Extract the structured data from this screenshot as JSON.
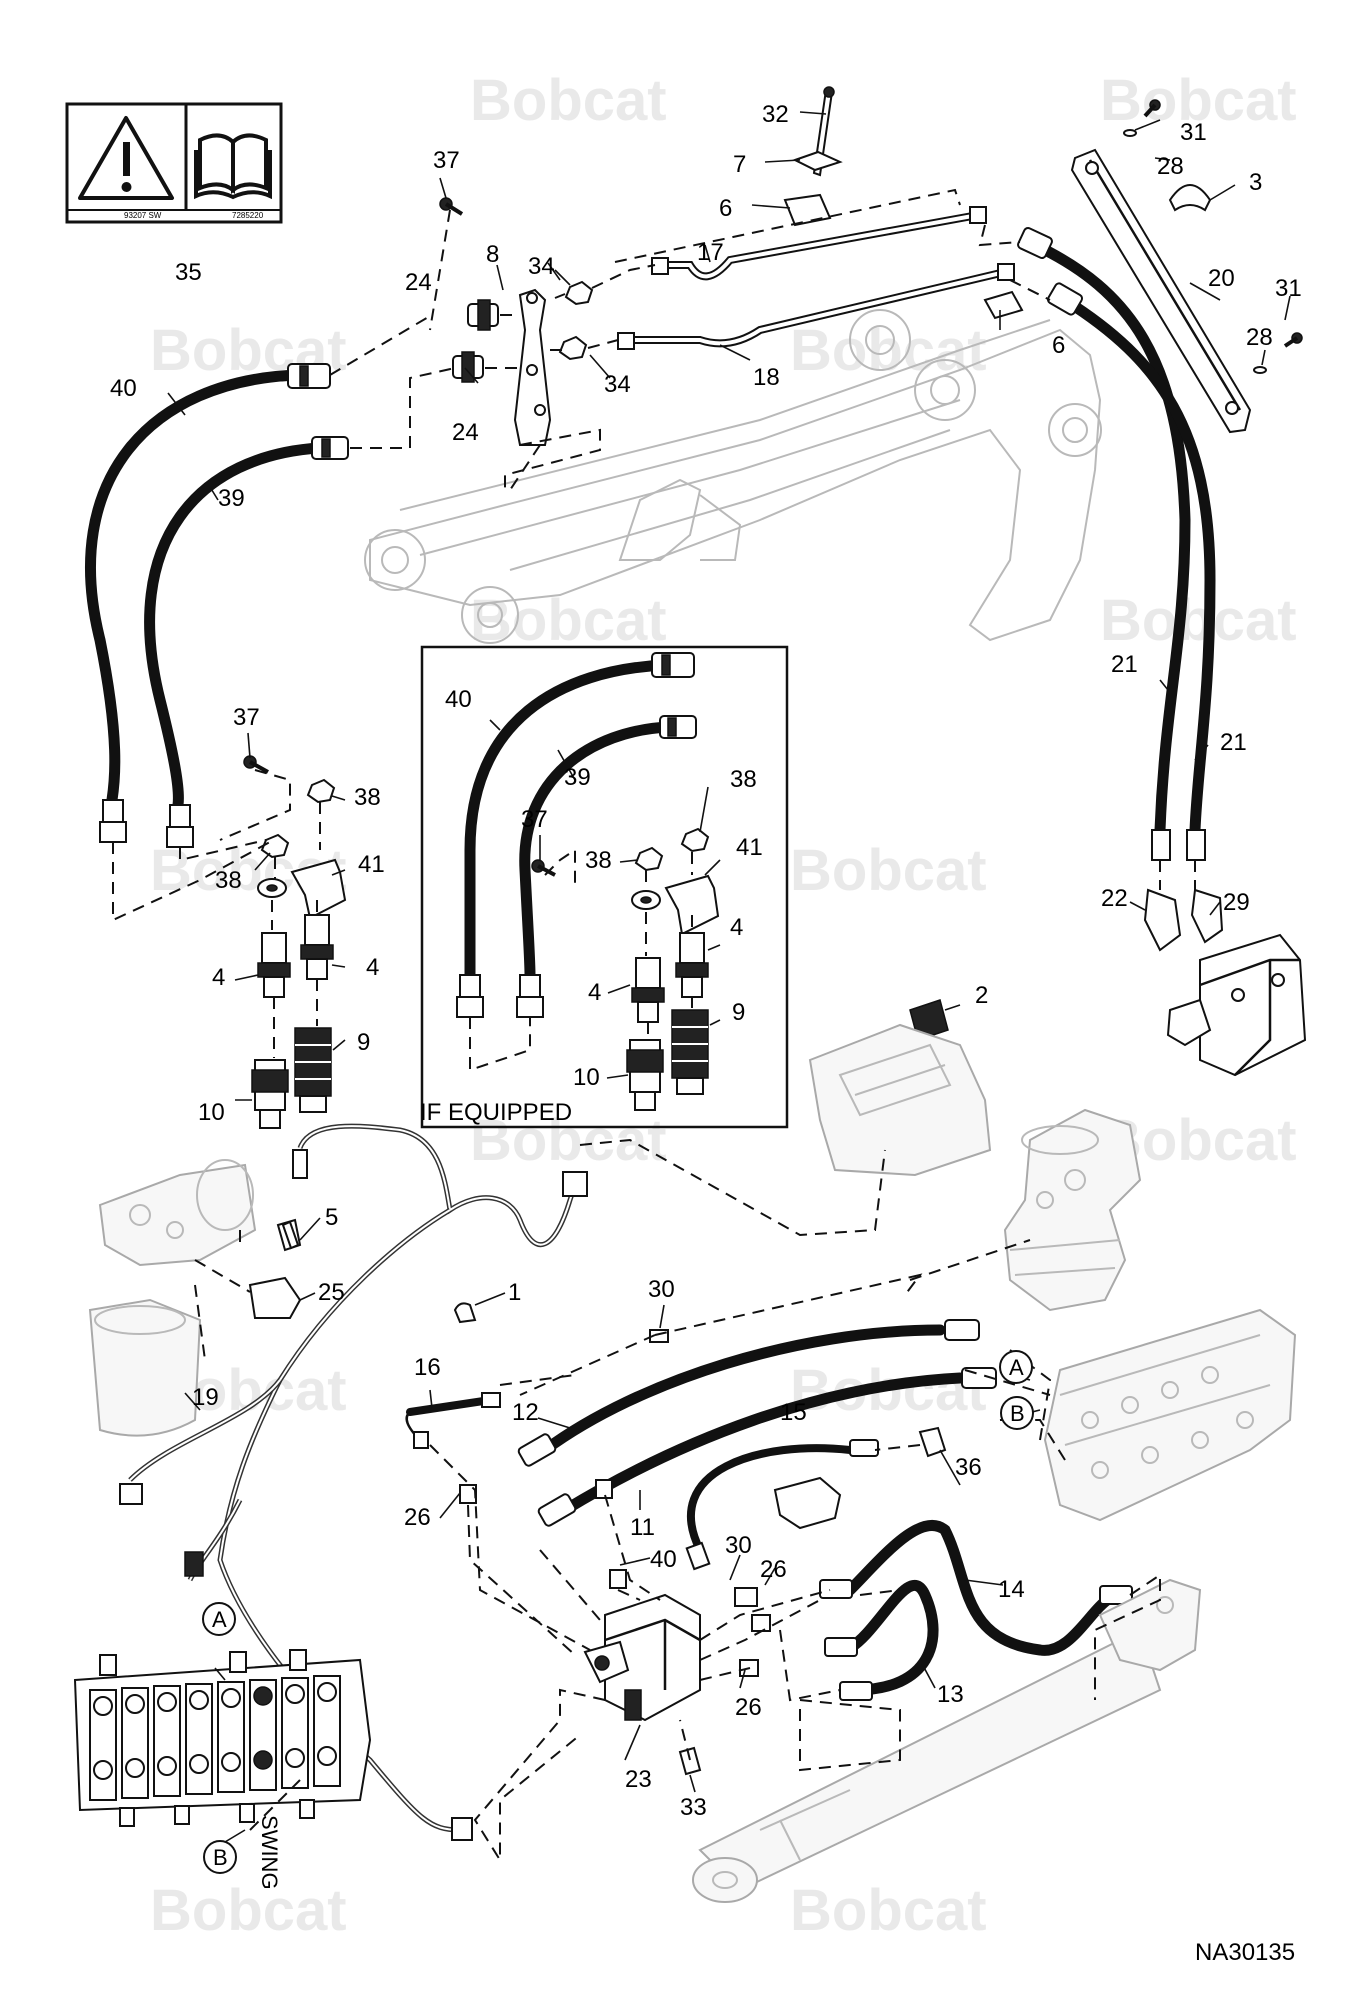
{
  "diagram": {
    "drawing_number": "NA30135",
    "inset_label": "IF EQUIPPED",
    "watermark": "Bobcat",
    "decal": {
      "code_left": "93207 SW",
      "code_right": "7285220",
      "icons": [
        "warning-triangle-icon",
        "open-manual-icon"
      ]
    },
    "side_label": "SWING",
    "circled_labels": {
      "a": "A",
      "b": "B"
    },
    "callouts": {
      "c1": "1",
      "c2": "2",
      "c3": "3",
      "c4a": "4",
      "c4b": "4",
      "c4c": "4",
      "c4d": "4",
      "c5": "5",
      "c6a": "6",
      "c6b": "6",
      "c7": "7",
      "c8": "8",
      "c9a": "9",
      "c9b": "9",
      "c10a": "10",
      "c10b": "10",
      "c11": "11",
      "c12": "12",
      "c13": "13",
      "c14": "14",
      "c15": "15",
      "c16": "16",
      "c17": "17",
      "c18": "18",
      "c19": "19",
      "c20": "20",
      "c21a": "21",
      "c21b": "21",
      "c22": "22",
      "c23": "23",
      "c24a": "24",
      "c24b": "24",
      "c25": "25",
      "c26a": "26",
      "c26b": "26",
      "c26c": "26",
      "c28a": "28",
      "c28b": "28",
      "c29": "29",
      "c30a": "30",
      "c30b": "30",
      "c31a": "31",
      "c31b": "31",
      "c32": "32",
      "c33": "33",
      "c34a": "34",
      "c34b": "34",
      "c35": "35",
      "c36": "36",
      "c37a": "37",
      "c37b": "37",
      "c37c": "37",
      "c38a": "38",
      "c38b": "38",
      "c38c": "38",
      "c38d": "38",
      "c39a": "39",
      "c39b": "39",
      "c40a": "40",
      "c40b": "40",
      "c40c": "40",
      "c41a": "41",
      "c41b": "41"
    }
  }
}
